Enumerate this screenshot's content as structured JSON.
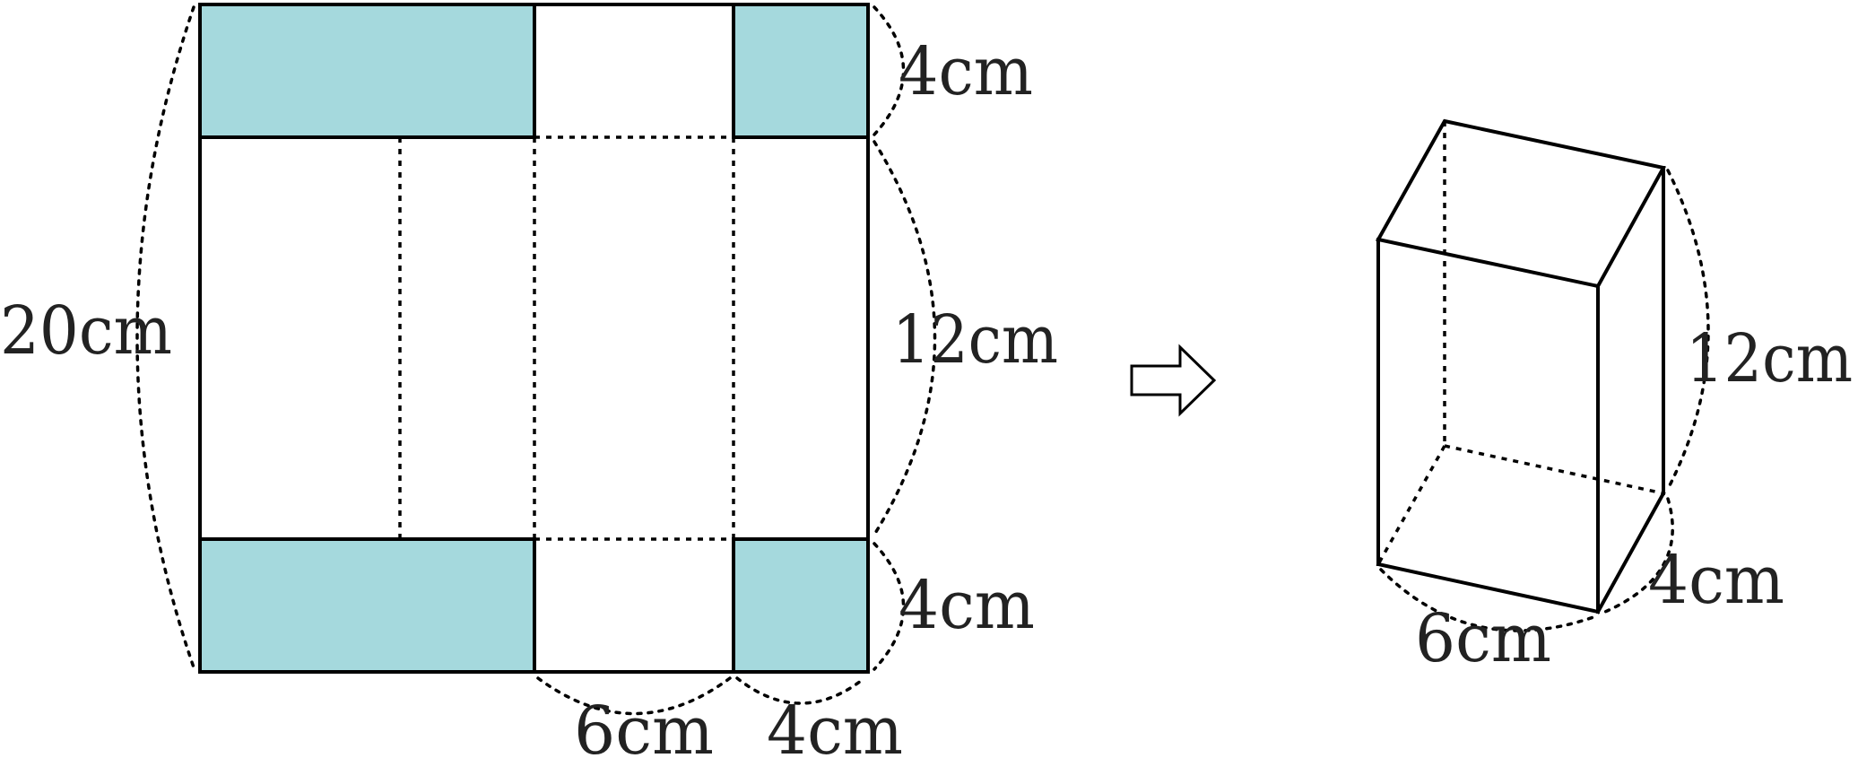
{
  "net": {
    "labels": {
      "top_height": "4cm",
      "total_height": "20cm",
      "middle_height": "12cm",
      "bottom_height": "4cm",
      "bottom_width": "6cm",
      "bottom_depth": "4cm"
    },
    "colors": {
      "shaded": "#a5d9dd",
      "line": "#000000"
    }
  },
  "box": {
    "labels": {
      "height": "12cm",
      "width": "6cm",
      "depth": "4cm"
    }
  },
  "icons": {
    "arrow": "right-arrow-icon"
  }
}
